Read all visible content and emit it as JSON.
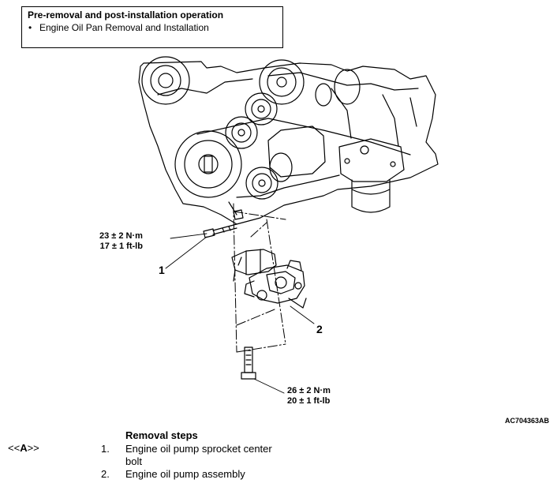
{
  "preop": {
    "title": "Pre-removal and post-installation operation",
    "bullet": "•",
    "item": "Engine Oil Pan Removal and Installation"
  },
  "figure": {
    "torque_top": {
      "line1": "23 ± 2 N·m",
      "line2": "17 ± 1 ft-lb"
    },
    "torque_bottom": {
      "line1": "26 ± 2 N·m",
      "line2": "20 ± 1 ft-lb"
    },
    "callouts": [
      "1",
      "2"
    ],
    "code": "AC704363AB"
  },
  "removal": {
    "title": "Removal steps",
    "ref_open": "<<",
    "ref_letter": "A",
    "ref_close": ">>",
    "steps": [
      {
        "num": "1.",
        "text": "Engine oil pump sprocket center bolt"
      },
      {
        "num": "2.",
        "text": "Engine oil pump assembly"
      }
    ]
  }
}
